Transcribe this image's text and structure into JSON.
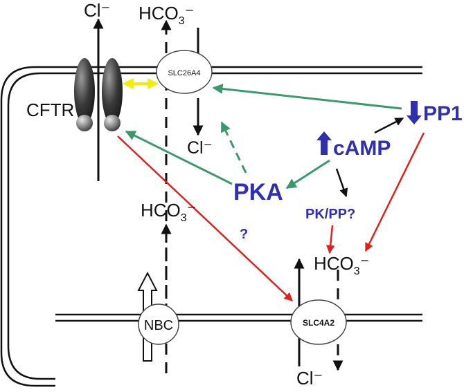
{
  "labels": {
    "cl_top": "Cl⁻",
    "hco3_top": "HCO",
    "hco3_top_sub": "3",
    "hco3_top_sup": "⁻",
    "slc26a4": "SLC26A4",
    "cftr": "CFTR",
    "cl_mid": "Cl⁻",
    "camp": "cAMP",
    "pp1": "PP1",
    "pka": "PKA",
    "hco3_mid": "HCO",
    "hco3_mid_sub": "3",
    "hco3_mid_sup": "⁻",
    "question": "?",
    "pkpp": "PK/PP?",
    "hco3_right": "HCO",
    "hco3_right_sub": "3",
    "hco3_right_sup": "⁻",
    "nbc": "NBC",
    "slc4a2": "SLC4A2",
    "cl_bottom": "Cl⁻"
  },
  "colors": {
    "green": "#3a9a6a",
    "red": "#e02020",
    "blue": "#2f2fb0",
    "yellow": "#f2ee00",
    "black": "#111111"
  }
}
